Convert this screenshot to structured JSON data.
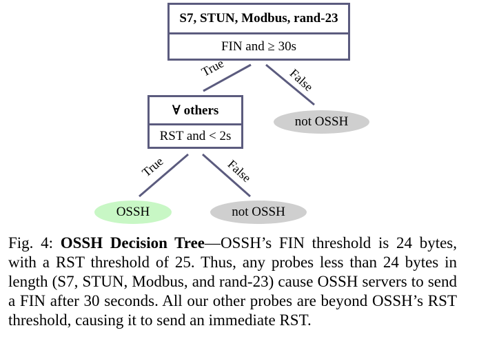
{
  "colors": {
    "node_border": "#5b5b7e",
    "edge": "#5b5b7e",
    "leaf_positive": "#c8f7c5",
    "leaf_negative": "#cfcfcf"
  },
  "tree": {
    "root": {
      "header": "S7, STUN, Modbus, rand-23",
      "condition": "FIN and ≥ 30s"
    },
    "child": {
      "header": "∀ others",
      "condition": "RST and < 2s"
    },
    "edge_true": "True",
    "edge_false": "False",
    "leaf_root_false": "not OSSH",
    "leaf_child_true": "OSSH",
    "leaf_child_false": "not OSSH"
  },
  "caption": {
    "prefix": "Fig. 4:",
    "title": "OSSH Decision Tree",
    "dash": "—",
    "text": "OSSH’s FIN threshold is 24 bytes, with a RST threshold of 25. Thus, any probes less than 24 bytes in length (S7, STUN, Modbus, and rand-23) cause OSSH servers to send a FIN after 30 seconds. All our other probes are beyond OSSH’s RST threshold, causing it to send an immediate RST."
  }
}
